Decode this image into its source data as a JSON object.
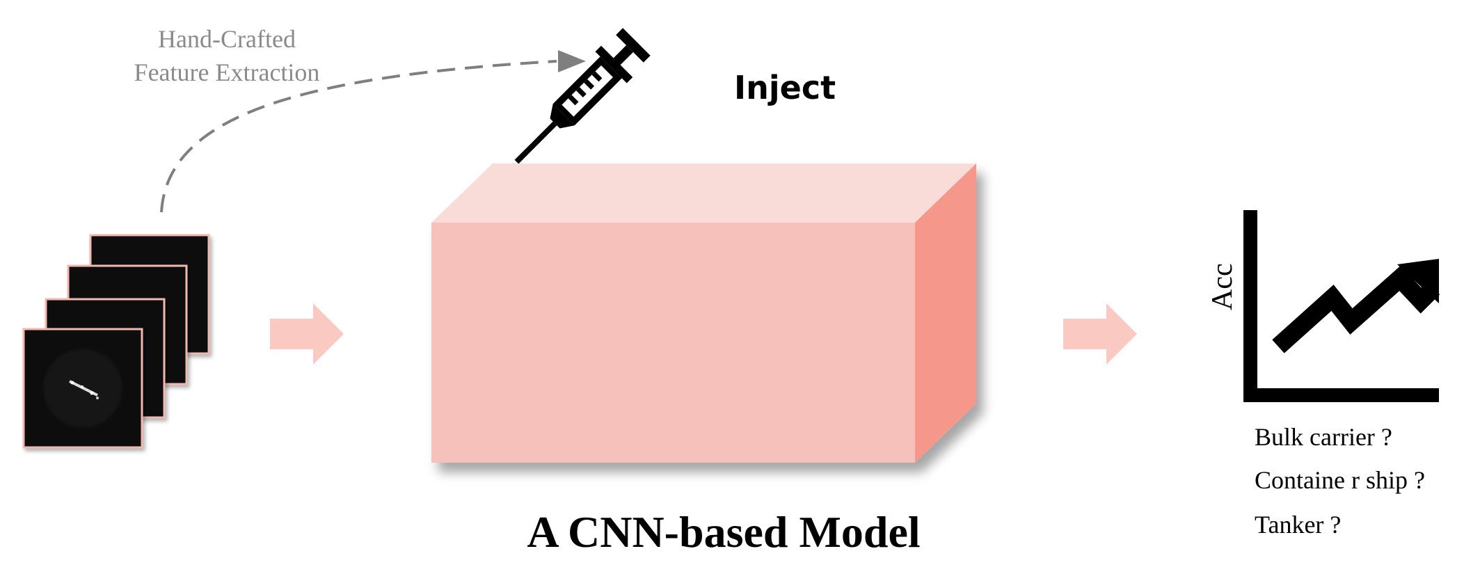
{
  "feature_extraction": {
    "line1": "Hand-Crafted",
    "line2": "Feature Extraction"
  },
  "inject": {
    "label": "Inject",
    "icon": "syringe-icon"
  },
  "model": {
    "title": "A CNN-based Model"
  },
  "chart_icon": {
    "axis_label": "Acc",
    "icon": "trend-up-arrow-icon"
  },
  "output_classes": [
    "Bulk carrier ?",
    "Containe r ship ?",
    "Tanker ?"
  ],
  "colors": {
    "box_front": "#f7c1bb",
    "box_top": "#f9dcd8",
    "box_side": "#f5978a",
    "flow_arrow": "#f9c9c2",
    "dashed_arrow": "#7f7f7f",
    "muted_text": "#8a8a8a",
    "image_tile": "#0e0e0e",
    "image_border": "#f2b7ae"
  }
}
